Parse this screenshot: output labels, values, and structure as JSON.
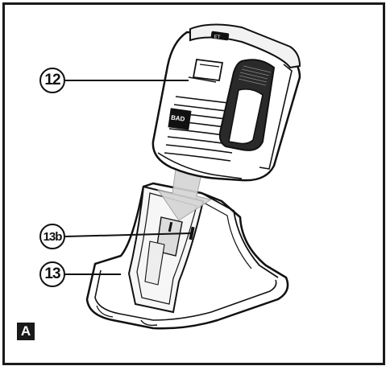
{
  "callouts": {
    "c12": "12",
    "c13b": "13b",
    "c13": "13"
  },
  "figure_label": "A",
  "device_badge": "BAD"
}
